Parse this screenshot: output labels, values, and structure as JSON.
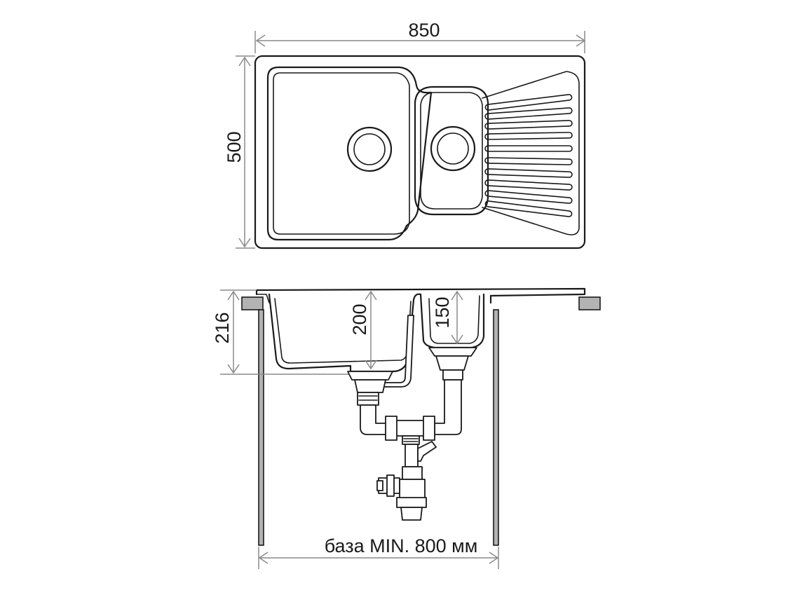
{
  "top_view": {
    "width_label": "850",
    "depth_label": "500"
  },
  "side_view": {
    "total_depth_label": "216",
    "main_bowl_depth_label": "200",
    "small_bowl_depth_label": "150",
    "cabinet_base_label": "база MIN. 800 мм"
  },
  "colors": {
    "line": "#1a1a1a",
    "dimension_line": "#8a8a8a",
    "support": "#b3b3b3"
  }
}
